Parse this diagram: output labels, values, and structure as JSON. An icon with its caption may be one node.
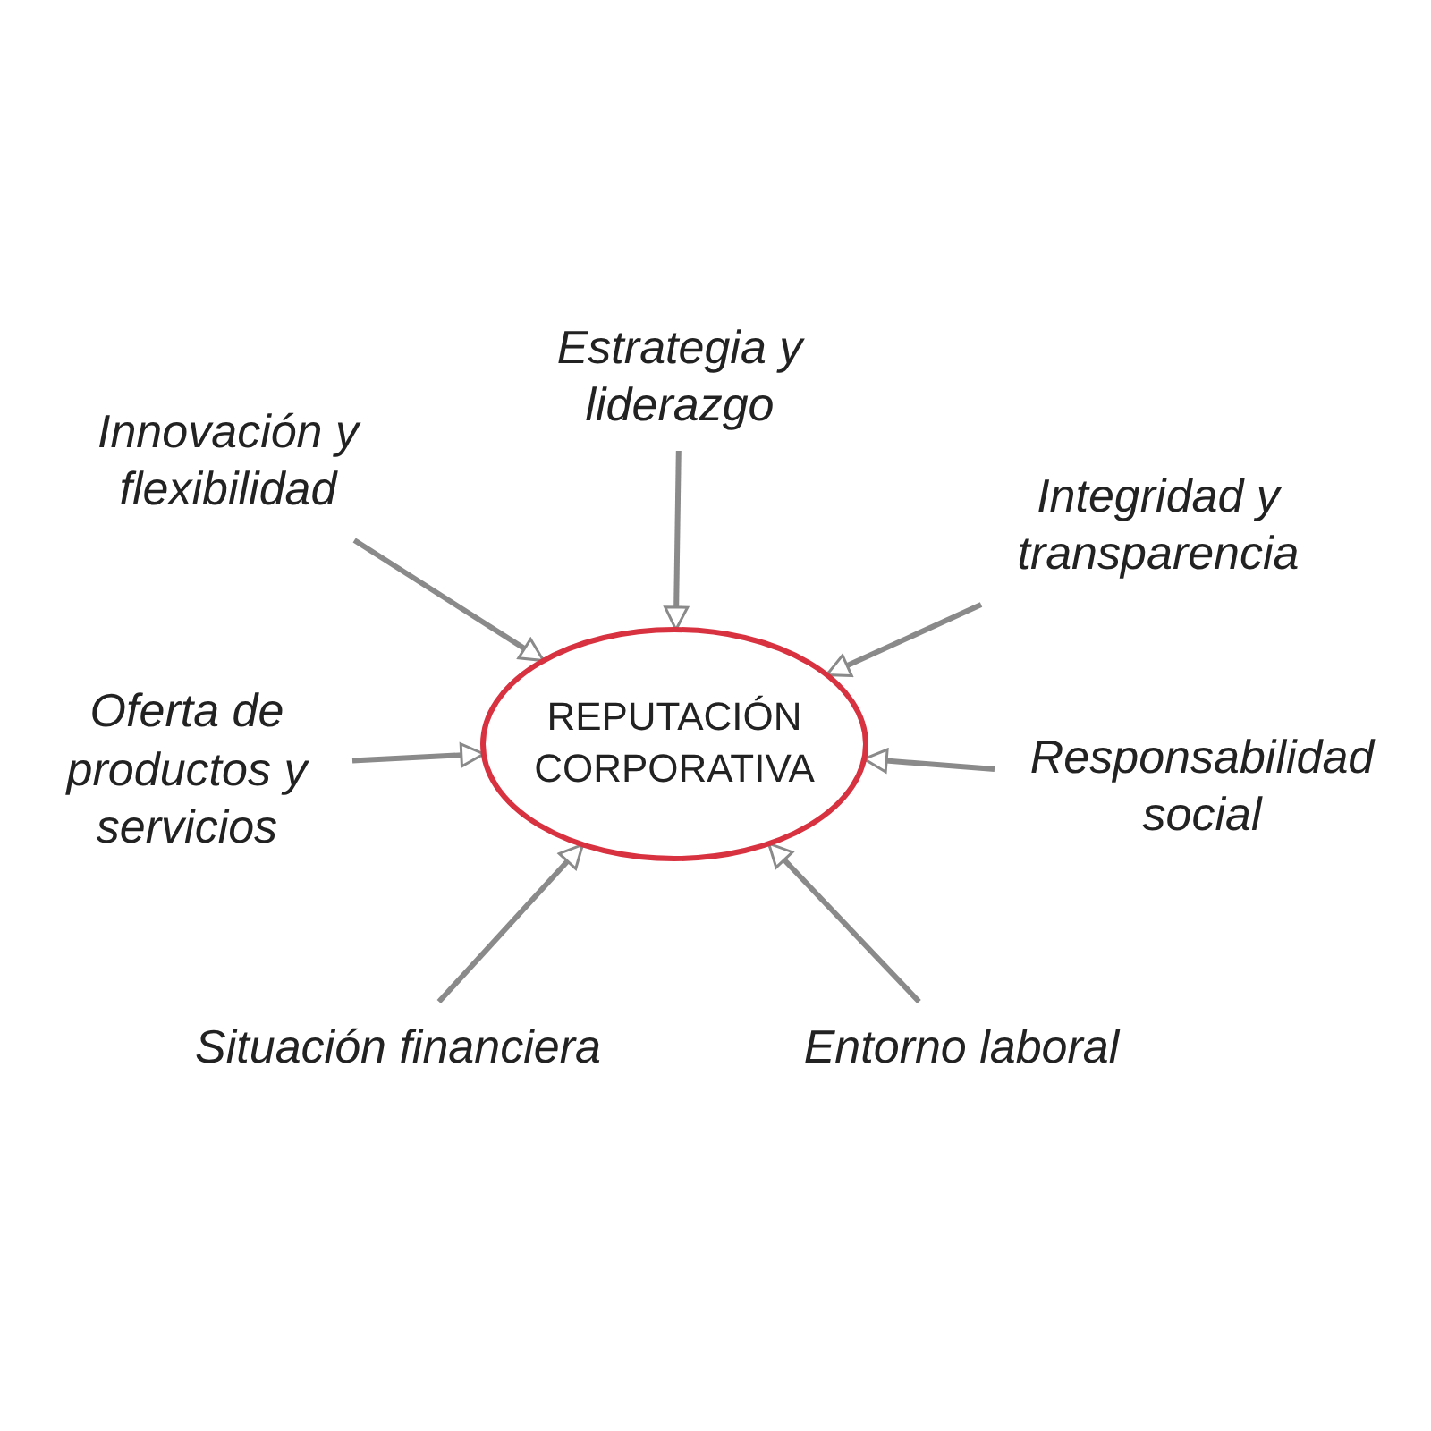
{
  "diagram": {
    "nodes": [
      {
        "text": [
          "REPUTACIÓN CORPORATIVA"
        ]
      },
      {
        "text": [
          "Estrategia y liderazgo"
        ]
      },
      {
        "text": [
          "Innovación y flexibilidad"
        ]
      },
      {
        "text": [
          "Integridad y transparencia"
        ]
      },
      {
        "text": [
          "Oferta de productos y servicios"
        ]
      },
      {
        "text": [
          "Responsabilidad social"
        ]
      },
      {
        "text": [
          "Situación financiera"
        ]
      },
      {
        "text": [
          "Entorno laboral"
        ]
      }
    ],
    "edges": [
      {
        "from": 1,
        "to": 0,
        "arrow": "to"
      },
      {
        "from": 2,
        "to": 0,
        "arrow": "to"
      },
      {
        "from": 3,
        "to": 0,
        "arrow": "to"
      },
      {
        "from": 4,
        "to": 0,
        "arrow": "to"
      },
      {
        "from": 5,
        "to": 0,
        "arrow": "to"
      },
      {
        "from": 6,
        "to": 0,
        "arrow": "to"
      },
      {
        "from": 7,
        "to": 0,
        "arrow": "to"
      }
    ]
  }
}
